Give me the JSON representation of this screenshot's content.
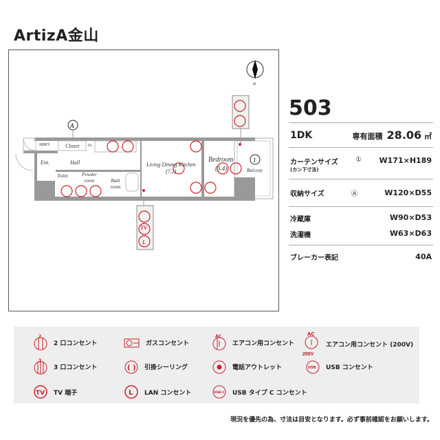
{
  "title": "ArtizA金山",
  "plan": {
    "compass": "N",
    "storage_marker": "A",
    "curtain_marker": "1",
    "rooms": {
      "mbps": "MBPS",
      "closet": "Closet",
      "ps": "PS",
      "ent": "Ent.",
      "hall": "Hall",
      "toilet": "Toilet",
      "powder": "Powder room",
      "bath": "Bath room",
      "ldk": "Living Dining Kitchen",
      "ldk_size": "(7.2)",
      "bedroom": "Bedroom",
      "bedroom_size": "(3.4)",
      "balcony": "Balcony"
    }
  },
  "info": {
    "unit": "503",
    "type": "1DK",
    "area_label": "専有面積",
    "area_value": "28.06",
    "area_unit": "㎡",
    "curtain_label": "カーテンサイズ",
    "curtain_sub": "(カン下寸法)",
    "curtain_marker": "①",
    "curtain_value": "W171×H189",
    "storage_label": "収納サイズ",
    "storage_marker": "Ⓐ",
    "storage_value": "W120×D55",
    "fridge_label": "冷蔵庫",
    "fridge_value": "W90×D53",
    "washer_label": "洗濯機",
    "washer_value": "W63×D63",
    "breaker_label": "ブレーカー表記",
    "breaker_value": "40A"
  },
  "legend": [
    {
      "icon": "outlet-2-icon",
      "label": "2 口コンセント"
    },
    {
      "icon": "gas-outlet-icon",
      "label": "ガスコンセント"
    },
    {
      "icon": "ac-outlet-icon",
      "label": "エアコン用コンセント"
    },
    {
      "icon": "ac-200v-outlet-icon",
      "label": "エアコン用コンセント (200V)"
    },
    {
      "icon": "outlet-3-icon",
      "label": "3 口コンセント"
    },
    {
      "icon": "ceiling-hook-icon",
      "label": "引掛シーリング"
    },
    {
      "icon": "phone-outlet-icon",
      "label": "電話アウトレット"
    },
    {
      "icon": "usb-outlet-icon",
      "label": "USB コンセント"
    },
    {
      "icon": "tv-terminal-icon",
      "label": "TV 端子"
    },
    {
      "icon": "lan-outlet-icon",
      "label": "LAN コンセント"
    },
    {
      "icon": "usb-c-outlet-icon",
      "label": "USB タイプ C コンセント"
    }
  ],
  "legend_glyphs": {
    "two": "2",
    "three": "3",
    "ac": "AC",
    "v200": "200V",
    "usb": "USB",
    "usbc": "USB-C",
    "tv": "TV",
    "lan": "L"
  },
  "footer": "現況を優先の為、寸法は目安となります。必ず事前確認をお願いします。",
  "colors": {
    "accent": "#d0202a",
    "wall": "#999999",
    "legend_bg": "#eeeeef"
  }
}
